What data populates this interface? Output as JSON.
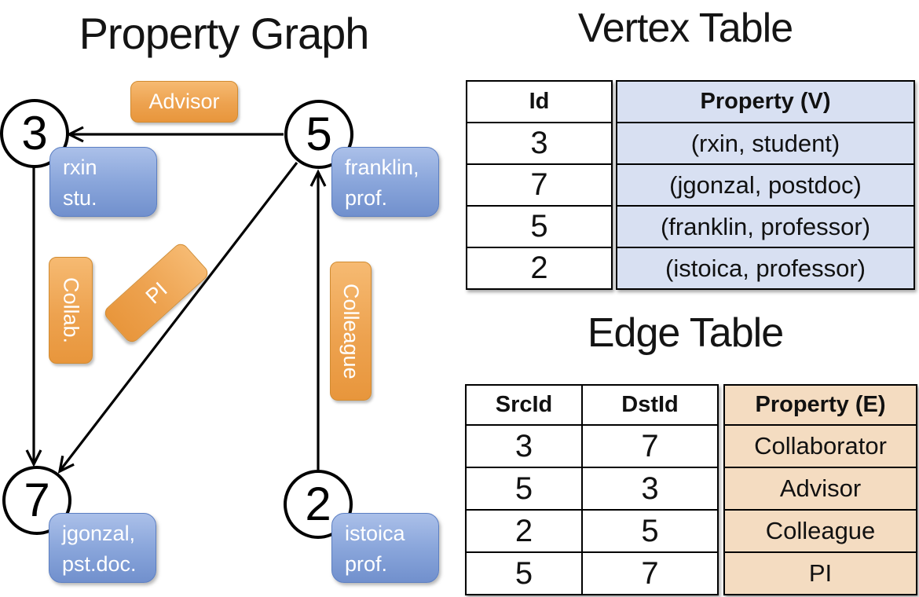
{
  "titles": {
    "graph": "Property Graph",
    "vertex_table": "Vertex Table",
    "edge_table": "Edge Table"
  },
  "graph": {
    "vertices": [
      {
        "id": "3",
        "line1": "rxin",
        "line2": "stu."
      },
      {
        "id": "5",
        "line1": "franklin,",
        "line2": "prof."
      },
      {
        "id": "7",
        "line1": "jgonzal,",
        "line2": "pst.doc."
      },
      {
        "id": "2",
        "line1": "istoica",
        "line2": "prof."
      }
    ],
    "edge_labels": {
      "advisor": "Advisor",
      "collab": "Collab.",
      "pi": "PI",
      "colleague": "Colleague"
    }
  },
  "vertex_table": {
    "columns": {
      "id": "Id",
      "property": "Property (V)"
    },
    "rows": [
      {
        "id": "3",
        "property": "(rxin, student)"
      },
      {
        "id": "7",
        "property": "(jgonzal, postdoc)"
      },
      {
        "id": "5",
        "property": "(franklin, professor)"
      },
      {
        "id": "2",
        "property": "(istoica, professor)"
      }
    ]
  },
  "edge_table": {
    "columns": {
      "src": "SrcId",
      "dst": "DstId",
      "property": "Property (E)"
    },
    "rows": [
      {
        "src": "3",
        "dst": "7",
        "property": "Collaborator"
      },
      {
        "src": "5",
        "dst": "3",
        "property": "Advisor"
      },
      {
        "src": "2",
        "dst": "5",
        "property": "Colleague"
      },
      {
        "src": "5",
        "dst": "7",
        "property": "PI"
      }
    ]
  },
  "colors": {
    "edge_label_orange": "#eda24f",
    "vertex_card_blue": "#7f9cd4",
    "vertex_table_fill": "#d8e0f2",
    "edge_table_fill": "#f4dcc1",
    "line_black": "#000000"
  }
}
